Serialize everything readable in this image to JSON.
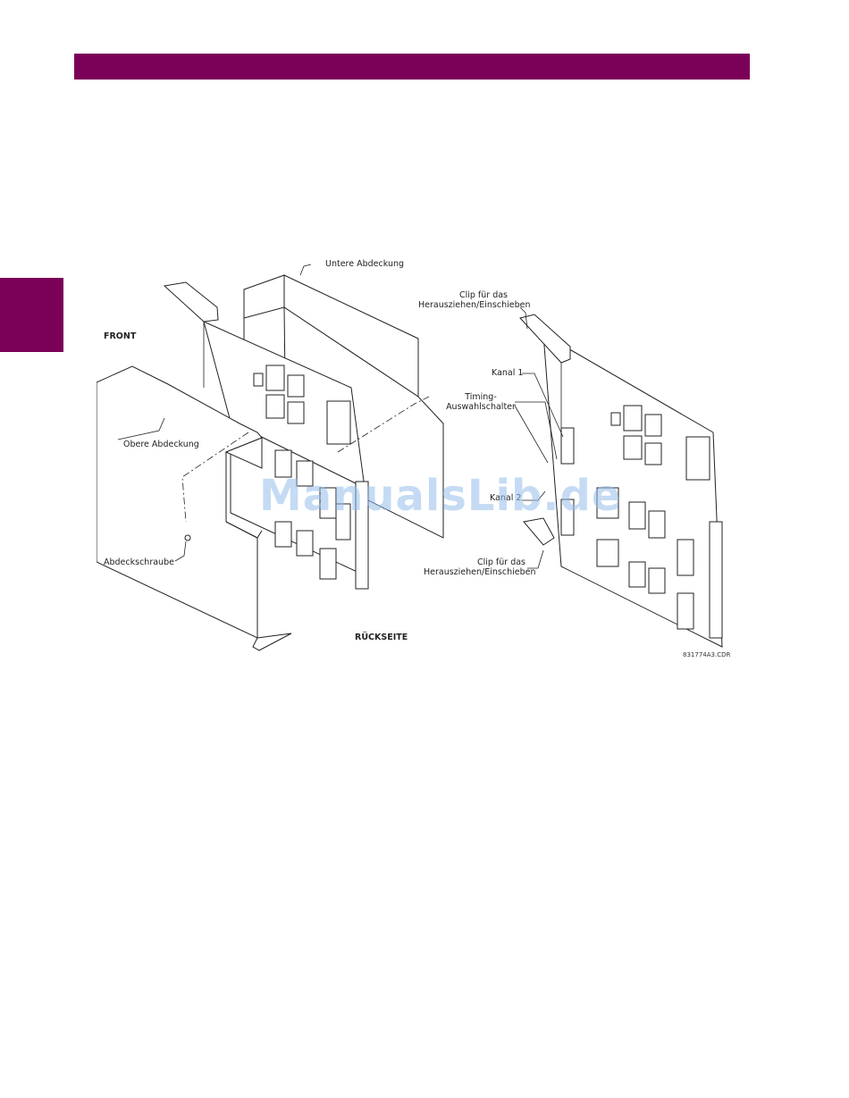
{
  "theme": {
    "accent": "#7a0058",
    "watermark_color": "#96bee b"
  },
  "figure": {
    "labels": {
      "untere_abdeckung": "Untere Abdeckung",
      "front": "FRONT",
      "obere_abdeckung": "Obere Abdeckung",
      "abdeckschraube": "Abdeckschraube",
      "rueckseite": "RÜCKSEITE",
      "clip_top_1": "Clip für das",
      "clip_top_2": "Herausziehen/Einschieben",
      "kanal1": "Kanal 1",
      "timing_1": "Timing-",
      "timing_2": "Auswahlschalter",
      "kanal2": "Kanal 2",
      "clip_bottom_1": "Clip für das",
      "clip_bottom_2": "Herausziehen/Einschieben",
      "drawing_code": "831774A3.CDR"
    }
  },
  "watermark": {
    "text": "ManualsLib.de"
  }
}
